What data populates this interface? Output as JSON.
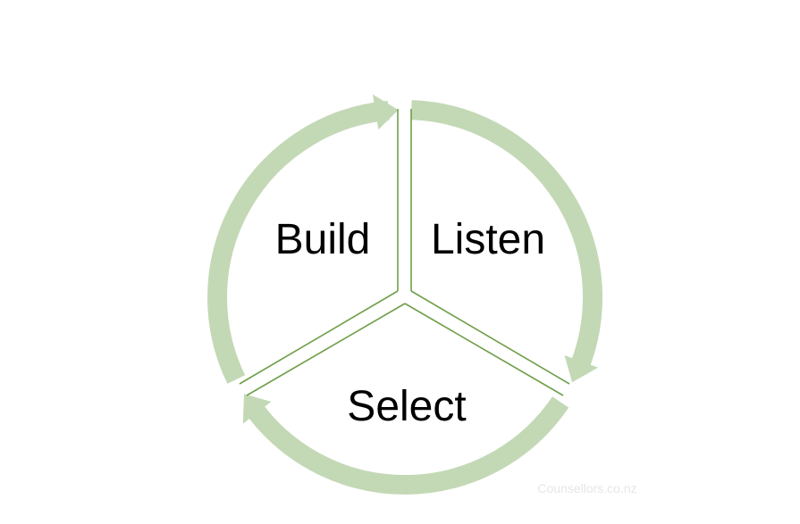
{
  "diagram": {
    "segments": [
      {
        "id": "build",
        "label": "Build"
      },
      {
        "id": "listen",
        "label": "Listen"
      },
      {
        "id": "select",
        "label": "Select"
      }
    ],
    "watermark": "Counsellors.co.nz",
    "colors": {
      "ring": "#c3d9b6",
      "divider": "#6f9f4a",
      "text": "#000000",
      "background": "#ffffff"
    }
  }
}
